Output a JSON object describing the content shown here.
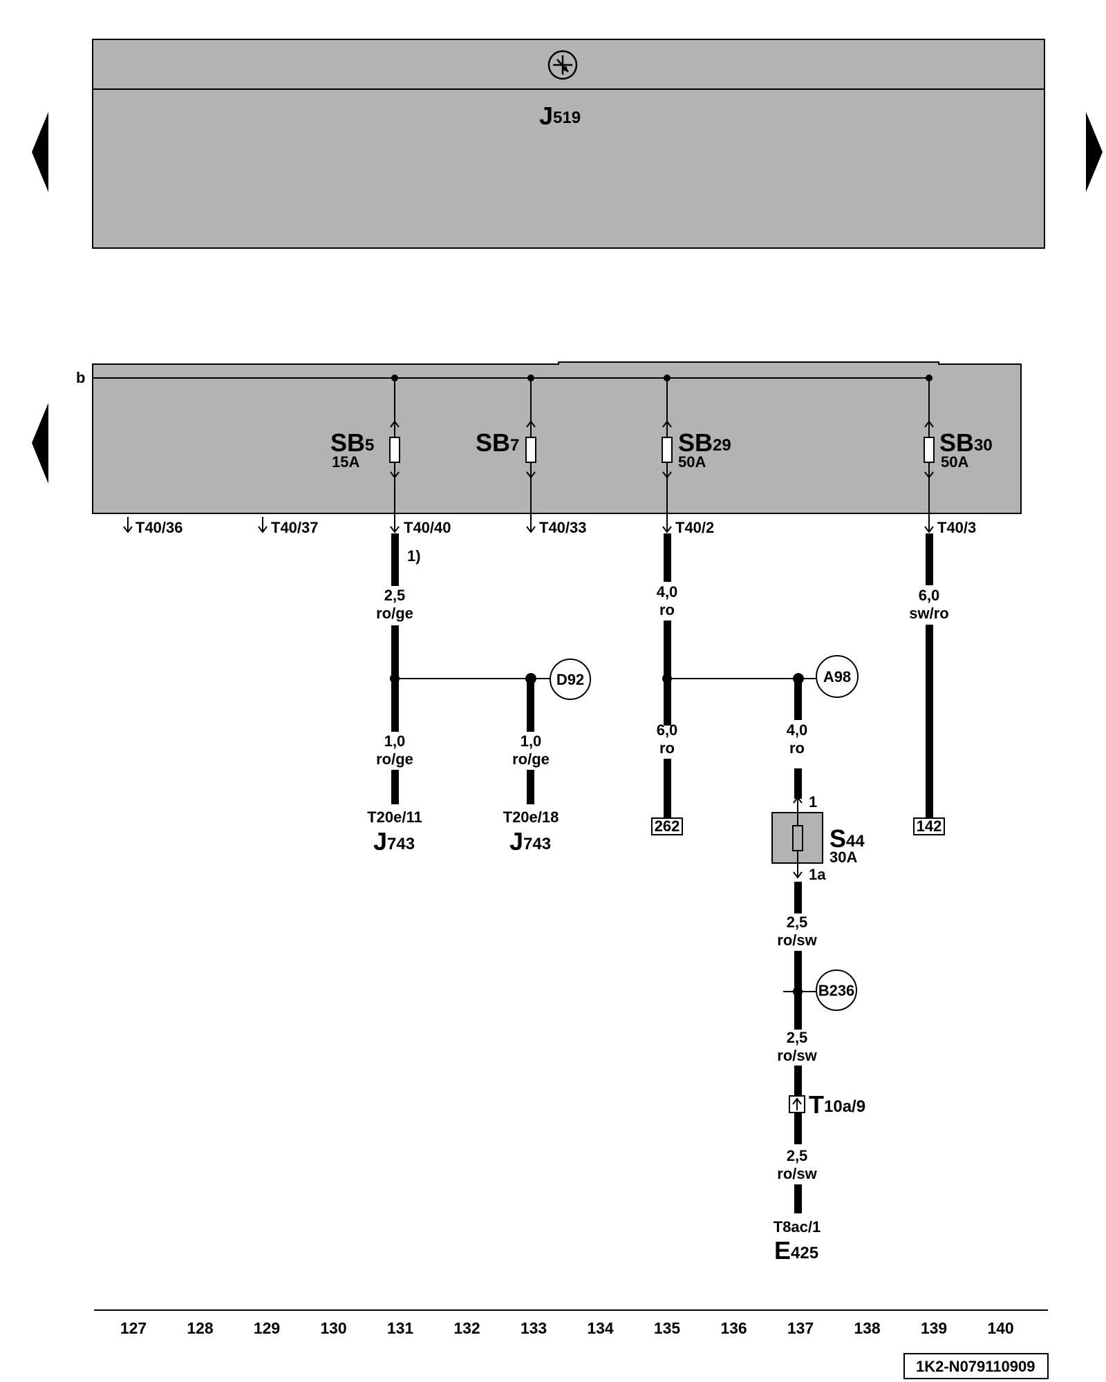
{
  "nav": {
    "prev_top_label": "previous page",
    "next_top_label": "next page",
    "prev_bottom_label": "previous page"
  },
  "modules": {
    "j519": {
      "main": "J",
      "sub": "519"
    },
    "fusebox_bus": "b"
  },
  "fuses": [
    {
      "id": "sb5",
      "main": "SB",
      "sub": "5",
      "rating": "15A"
    },
    {
      "id": "sb7",
      "main": "SB",
      "sub": "7",
      "rating": ""
    },
    {
      "id": "sb29",
      "main": "SB",
      "sub": "29",
      "rating": "50A"
    },
    {
      "id": "sb30",
      "main": "SB",
      "sub": "30",
      "rating": "50A"
    },
    {
      "id": "s44",
      "main": "S",
      "sub": "44",
      "rating": "30A"
    }
  ],
  "pins": {
    "t40_36": "T40/36",
    "t40_37": "T40/37",
    "t40_40": "T40/40",
    "t40_33": "T40/33",
    "t40_2": "T40/2",
    "t40_3": "T40/3",
    "s44_in": "1",
    "s44_out": "1a",
    "t10a": {
      "main": "T",
      "sub": "10a/9"
    }
  },
  "footnote_ref": "1)",
  "wires": [
    {
      "id": "w131a",
      "size": "2,5",
      "color": "ro/ge"
    },
    {
      "id": "w131b",
      "size": "1,0",
      "color": "ro/ge"
    },
    {
      "id": "w133",
      "size": "1,0",
      "color": "ro/ge"
    },
    {
      "id": "w135a",
      "size": "4,0",
      "color": "ro"
    },
    {
      "id": "w135b",
      "size": "6,0",
      "color": "ro"
    },
    {
      "id": "w137a",
      "size": "4,0",
      "color": "ro"
    },
    {
      "id": "w137b",
      "size": "2,5",
      "color": "ro/sw"
    },
    {
      "id": "w137c",
      "size": "2,5",
      "color": "ro/sw"
    },
    {
      "id": "w137d",
      "size": "2,5",
      "color": "ro/sw"
    },
    {
      "id": "w139",
      "size": "6,0",
      "color": "sw/ro"
    }
  ],
  "connections": {
    "d92": "D92",
    "a98": "A98",
    "b236": "B236"
  },
  "targets": [
    {
      "id": "t131",
      "pin": "T20e/11",
      "main": "J",
      "sub": "743"
    },
    {
      "id": "t133",
      "pin": "T20e/18",
      "main": "J",
      "sub": "743"
    },
    {
      "id": "t137",
      "pin": "T8ac/1",
      "main": "E",
      "sub": "425"
    }
  ],
  "refs": {
    "r262": "262",
    "r142": "142"
  },
  "columns": [
    "127",
    "128",
    "129",
    "130",
    "131",
    "132",
    "133",
    "134",
    "135",
    "136",
    "137",
    "138",
    "139",
    "140"
  ],
  "doc_id": "1K2-N079110909",
  "colors": {
    "module_fill": "#b3b3b3",
    "s44_fill": "#b3b3b3",
    "line": "#000000"
  }
}
